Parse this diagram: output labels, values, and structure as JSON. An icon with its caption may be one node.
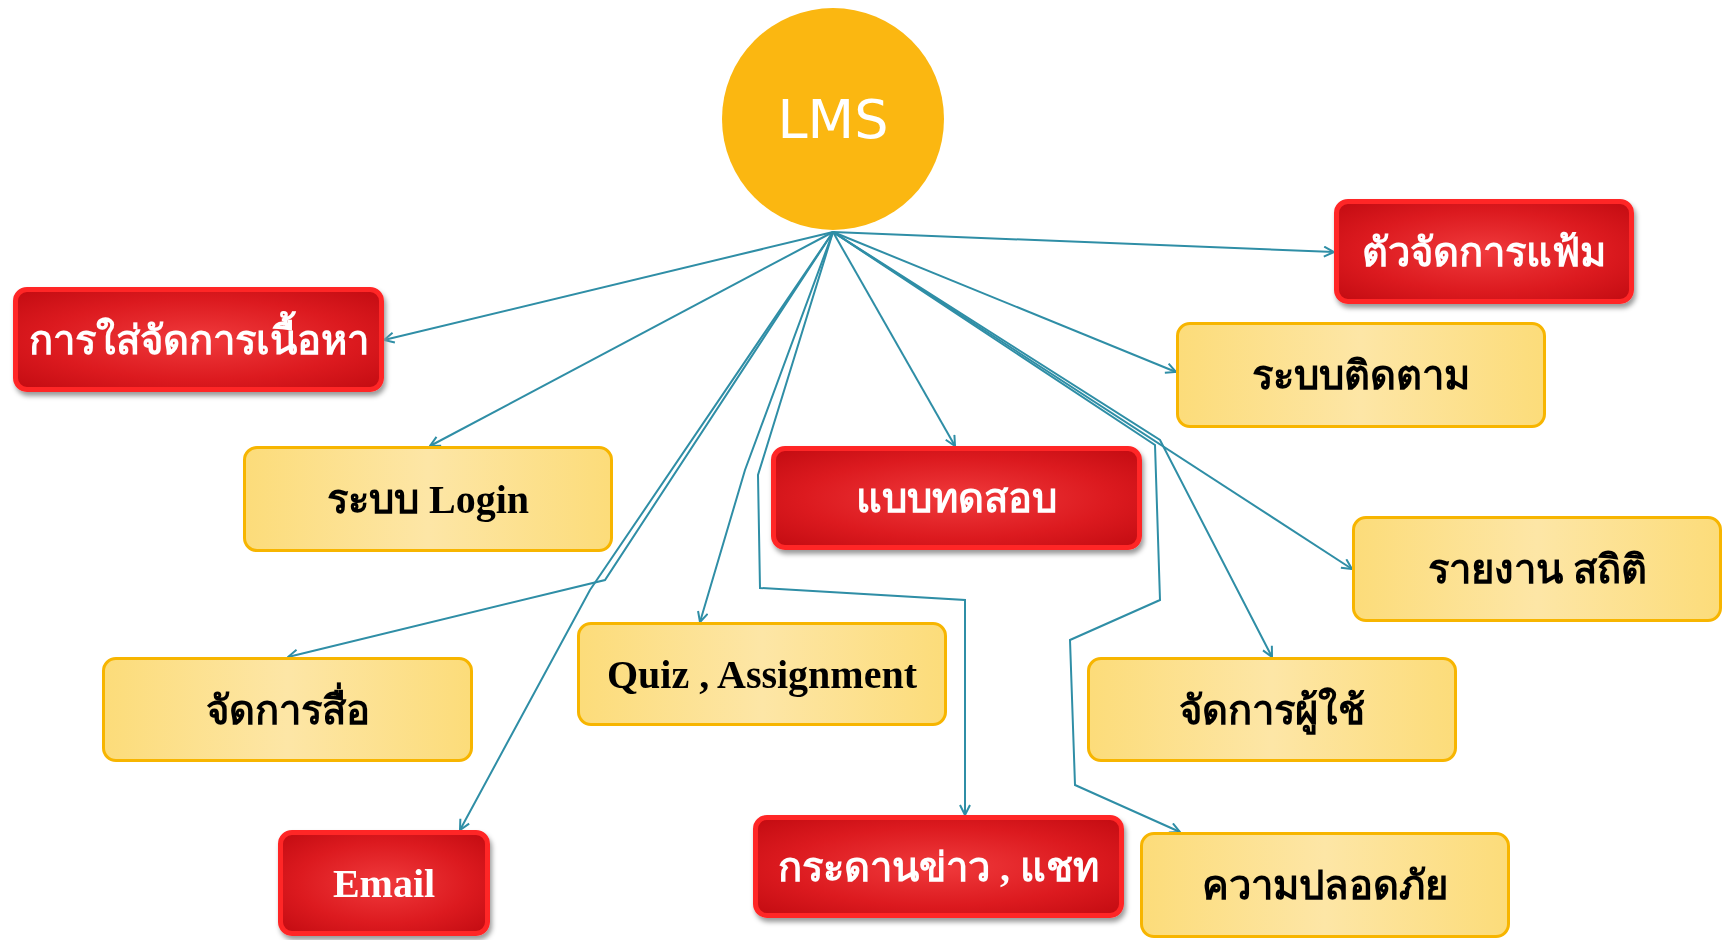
{
  "diagram": {
    "nodes": [
      {
        "text": [
          "LMS"
        ]
      },
      {
        "text": [
          "ตัวจัดการแฟ้ม"
        ]
      },
      {
        "text": [
          "การใส่จัดการเนื้อหา"
        ]
      },
      {
        "text": [
          "ระบบติดตาม"
        ]
      },
      {
        "text": [
          "ระบบ Login"
        ]
      },
      {
        "text": [
          "แบบทดสอบ"
        ]
      },
      {
        "text": [
          "รายงาน สถิติ"
        ]
      },
      {
        "text": [
          "จัดการสื่อ"
        ]
      },
      {
        "text": [
          "Quiz , Assignment"
        ]
      },
      {
        "text": [
          "จัดการผู้ใช้"
        ]
      },
      {
        "text": [
          "Email"
        ]
      },
      {
        "text": [
          "กระดานข่าว , แชท"
        ]
      },
      {
        "text": [
          "ความปลอดภัย"
        ]
      }
    ],
    "edges": [
      {
        "from": 0,
        "to": 1,
        "arrow": "to"
      },
      {
        "from": 0,
        "to": 2,
        "arrow": "to"
      },
      {
        "from": 0,
        "to": 3,
        "arrow": "to"
      },
      {
        "from": 0,
        "to": 4,
        "arrow": "to"
      },
      {
        "from": 0,
        "to": 5,
        "arrow": "to"
      },
      {
        "from": 0,
        "to": 6,
        "arrow": "to"
      },
      {
        "from": 0,
        "to": 7,
        "arrow": "to"
      },
      {
        "from": 0,
        "to": 8,
        "arrow": "to"
      },
      {
        "from": 0,
        "to": 9,
        "arrow": "to"
      },
      {
        "from": 0,
        "to": 10,
        "arrow": "to"
      },
      {
        "from": 0,
        "to": 11,
        "arrow": "to"
      },
      {
        "from": 0,
        "to": 12,
        "arrow": "to"
      }
    ]
  }
}
